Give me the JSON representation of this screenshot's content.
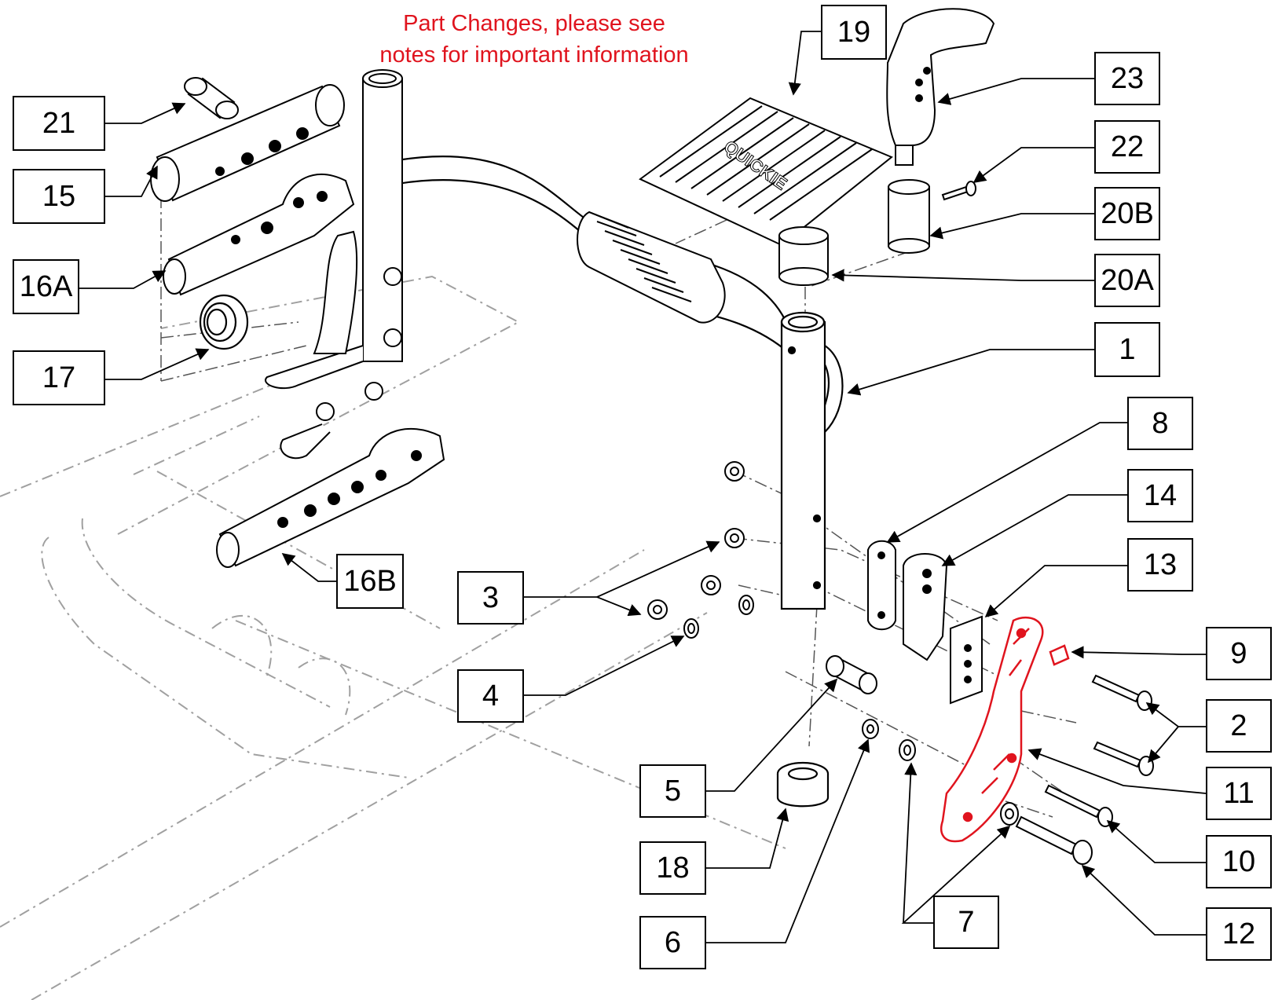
{
  "notice": {
    "line1": "Part Changes, please see",
    "line2": "notes for important information",
    "color": "#e0141e"
  },
  "footplate_brand": "QUICKIE",
  "highlight_color": "#e0141e",
  "callouts": {
    "c1": "1",
    "c2": "2",
    "c3": "3",
    "c4": "4",
    "c5": "5",
    "c6": "6",
    "c7": "7",
    "c8": "8",
    "c9": "9",
    "c10": "10",
    "c11": "11",
    "c12": "12",
    "c13": "13",
    "c14": "14",
    "c15": "15",
    "c16a": "16A",
    "c16b": "16B",
    "c17": "17",
    "c18": "18",
    "c19": "19",
    "c20a": "20A",
    "c20b": "20B",
    "c21": "21",
    "c22": "22",
    "c23": "23"
  }
}
